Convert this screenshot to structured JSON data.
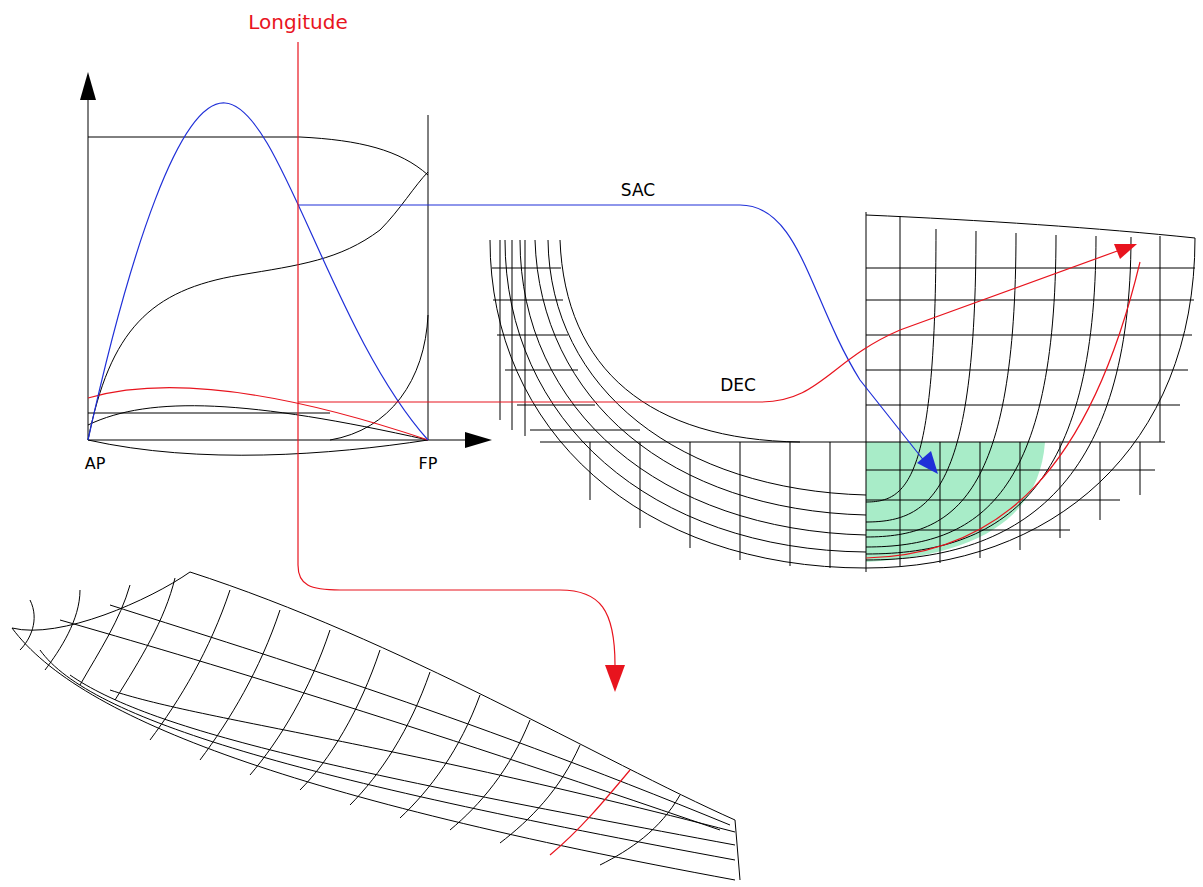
{
  "diagram": {
    "labels": [
      "Longitude",
      "SAC",
      "DEC",
      "AP",
      "FP"
    ]
  }
}
